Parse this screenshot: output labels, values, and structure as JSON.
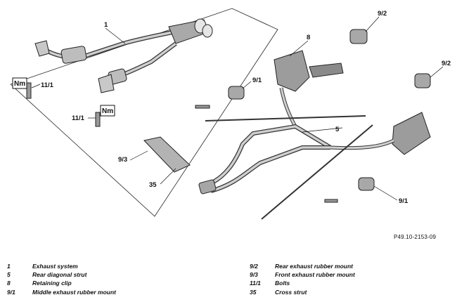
{
  "diagram": {
    "callouts": {
      "c1": "1",
      "c8": "8",
      "c9_2a": "9/2",
      "c9_2b": "9/2",
      "c9_1a": "9/1",
      "c9_1b": "9/1",
      "c5": "5",
      "c9_3": "9/3",
      "c35": "35",
      "c11_1a": "11/1",
      "c11_1b": "11/1"
    },
    "torque_labels": [
      "Nm",
      "Nm"
    ],
    "reference_code": "P49.10-2153-09"
  },
  "legend": {
    "left": [
      {
        "num": "1",
        "text": "Exhaust system"
      },
      {
        "num": "5",
        "text": "Rear diagonal strut"
      },
      {
        "num": "8",
        "text": "Retaining clip"
      },
      {
        "num": "9/1",
        "text": "Middle exhaust rubber mount"
      }
    ],
    "right": [
      {
        "num": "9/2",
        "text": "Rear exhaust rubber mount"
      },
      {
        "num": "9/3",
        "text": "Front exhaust rubber mount"
      },
      {
        "num": "11/1",
        "text": "Bolts"
      },
      {
        "num": "35",
        "text": "Cross strut"
      }
    ]
  }
}
